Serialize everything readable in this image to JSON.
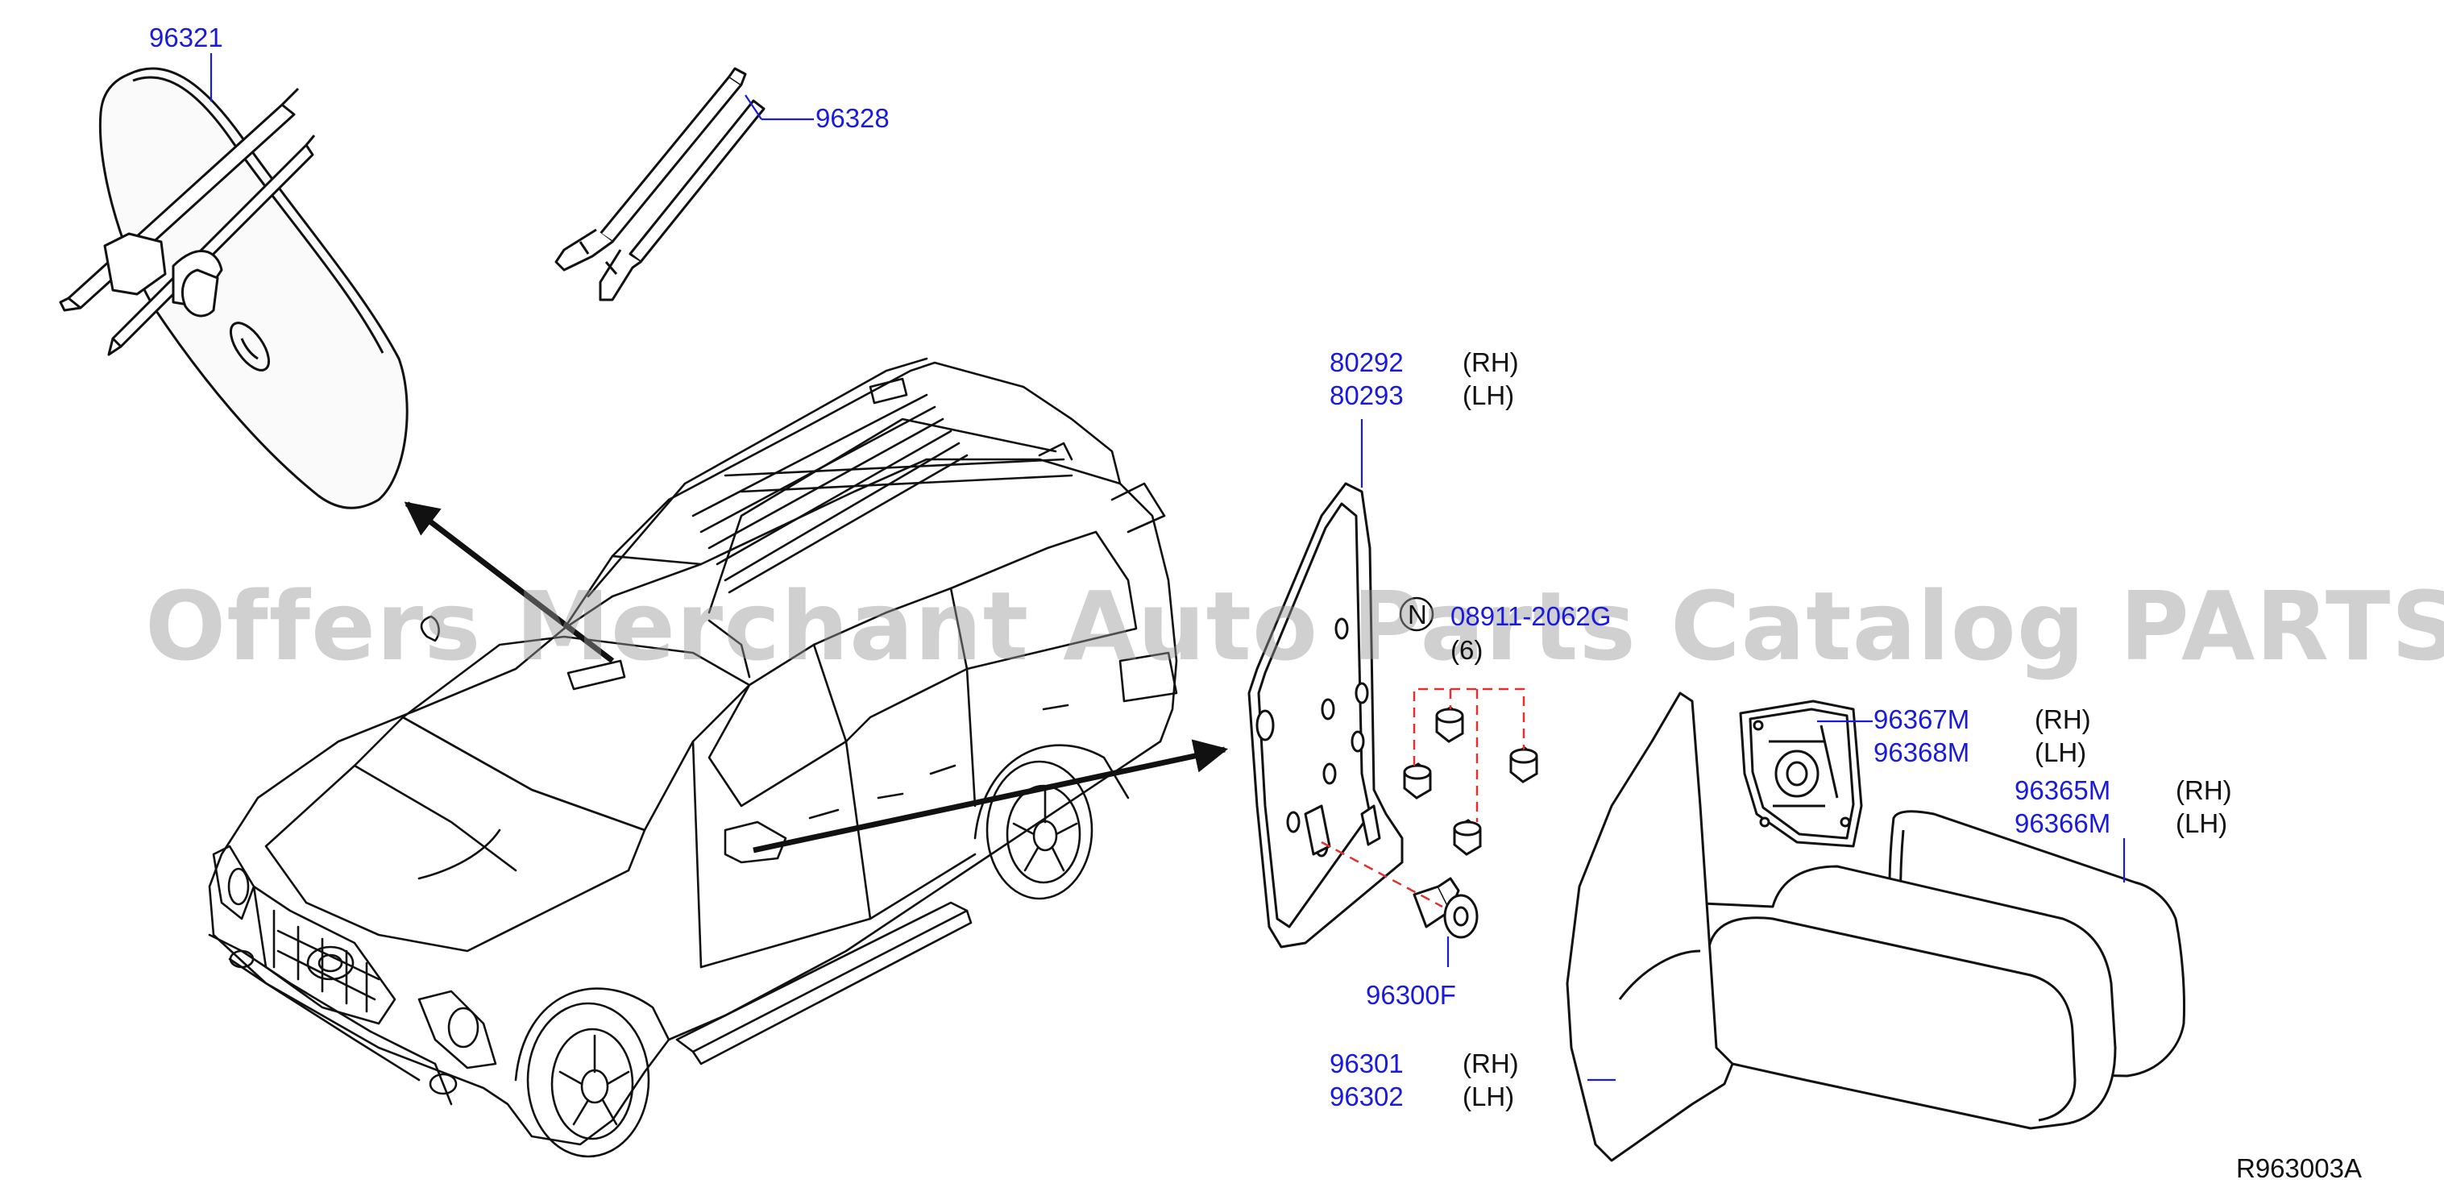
{
  "diagram_code": "R963003A",
  "watermark": "Offers Merchant Auto Parts Catalog PARTSTORE.SA",
  "colors": {
    "part_number": "#1a1adc",
    "line": "#111111",
    "leader": "#1a1adc",
    "dashed": "#e03030"
  },
  "parts": {
    "p96321": "96321",
    "p96328": "96328",
    "p80292": {
      "number": "80292",
      "side": "(RH)"
    },
    "p80293": {
      "number": "80293",
      "side": "(LH)"
    },
    "bolt": {
      "prefix": "N",
      "number": "08911-2062G",
      "qty": "(6)"
    },
    "p96367M": {
      "number": "96367M",
      "side": "(RH)"
    },
    "p96368M": {
      "number": "96368M",
      "side": "(LH)"
    },
    "p96365M": {
      "number": "96365M",
      "side": "(RH)"
    },
    "p96366M": {
      "number": "96366M",
      "side": "(LH)"
    },
    "p96300F": "96300F",
    "p96301": {
      "number": "96301",
      "side": "(RH)"
    },
    "p96302": {
      "number": "96302",
      "side": "(LH)"
    }
  }
}
